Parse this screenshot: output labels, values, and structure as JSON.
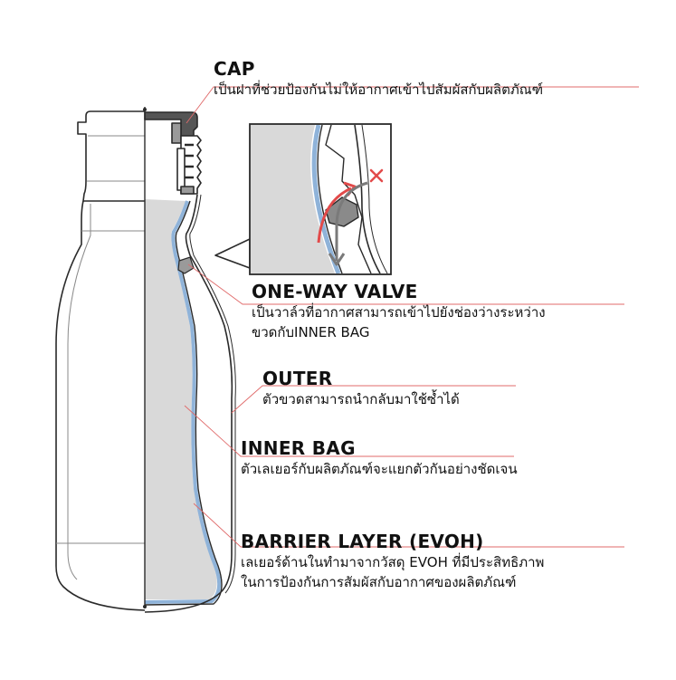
{
  "labels": {
    "cap": {
      "title": "CAP",
      "desc": "เป็นฝาที่ช่วยป้องกันไม่ให้อากาศเข้าไปสัมผัสกับผลิตภัณฑ์"
    },
    "valve": {
      "title": "ONE-WAY VALVE",
      "desc_1": "เป็นวาล์วที่อากาศสามารถเข้าไปยังช่องว่างระหว่าง",
      "desc_2": "ขวดกับINNER BAG"
    },
    "outer": {
      "title": "OUTER",
      "desc": "ตัวขวดสามารถนำกลับมาใช้ซ้ำได้"
    },
    "inner_bag": {
      "title": "INNER BAG",
      "desc": "ตัวเลเยอร์กับผลิตภัณฑ์จะแยกตัวกันอย่างชัดเจน"
    },
    "barrier": {
      "title": "BARRIER LAYER (EVOH)",
      "desc_1": "เลเยอร์ด้านในทำมาจากวัสดุ EVOH ที่มีประสิทธิภาพ",
      "desc_2": "ในการป้องกันการสัมผัสกับอากาศของผลิตภัณฑ์"
    }
  },
  "colors": {
    "outline": "#2a2a2a",
    "light_outline": "#8a8a8a",
    "inner_fill": "#d9d9d9",
    "barrier": "#8fb3d9",
    "leader": "#e06b6b",
    "air_arrow": "#e24a4a",
    "product_arrow": "#7a7a7a"
  }
}
